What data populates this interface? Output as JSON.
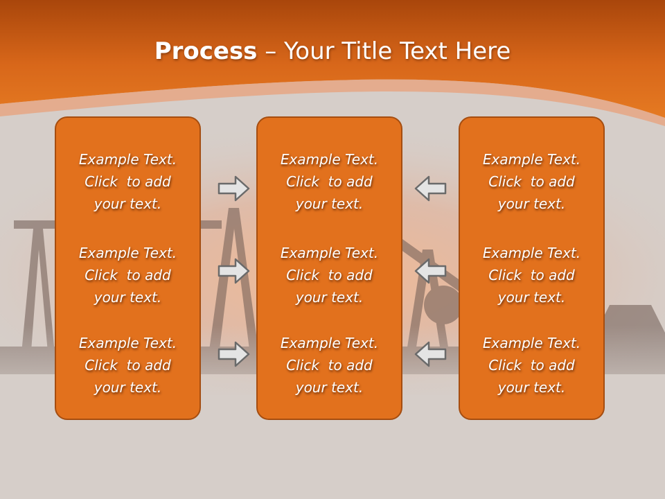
{
  "slide": {
    "title_bold": "Process",
    "title_rest": " – Your Title Text Here",
    "colors": {
      "header": "#e07020",
      "panel_fill": "#e2711d",
      "panel_border": "#a54d10",
      "background": "#d6cec9",
      "arrow_fill": "#e4e4e4",
      "arrow_stroke": "#6a6a6a"
    },
    "columns": [
      {
        "items": [
          {
            "line1": "Example Text.",
            "line2": "Click  to add",
            "line3": "your text."
          },
          {
            "line1": "Example Text.",
            "line2": "Click  to add",
            "line3": "your text."
          },
          {
            "line1": "Example Text.",
            "line2": "Click  to add",
            "line3": "your text."
          }
        ]
      },
      {
        "items": [
          {
            "line1": "Example Text.",
            "line2": "Click  to add",
            "line3": "your text."
          },
          {
            "line1": "Example Text.",
            "line2": "Click  to add",
            "line3": "your text."
          },
          {
            "line1": "Example Text.",
            "line2": "Click  to add",
            "line3": "your text."
          }
        ]
      },
      {
        "items": [
          {
            "line1": "Example Text.",
            "line2": "Click  to add",
            "line3": "your text."
          },
          {
            "line1": "Example Text.",
            "line2": "Click  to add",
            "line3": "your text."
          },
          {
            "line1": "Example Text.",
            "line2": "Click  to add",
            "line3": "your text."
          }
        ]
      }
    ],
    "arrows": {
      "left_group": "arrow-right-icon",
      "right_group": "arrow-left-icon"
    }
  }
}
